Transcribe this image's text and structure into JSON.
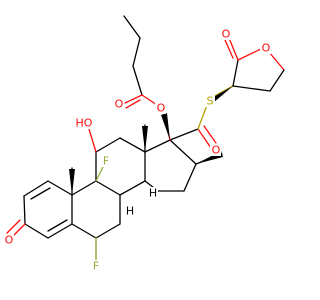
{
  "atoms": {
    "oxygen": "O",
    "sulfur": "S",
    "fluorine": "F",
    "hydroxyl": "HO",
    "hydrogen": "H"
  },
  "colors": {
    "oxygen": "#ff0d0d",
    "sulfur": "#b3a000",
    "fluorine": "#8fb03c",
    "carbon": "#000000"
  }
}
